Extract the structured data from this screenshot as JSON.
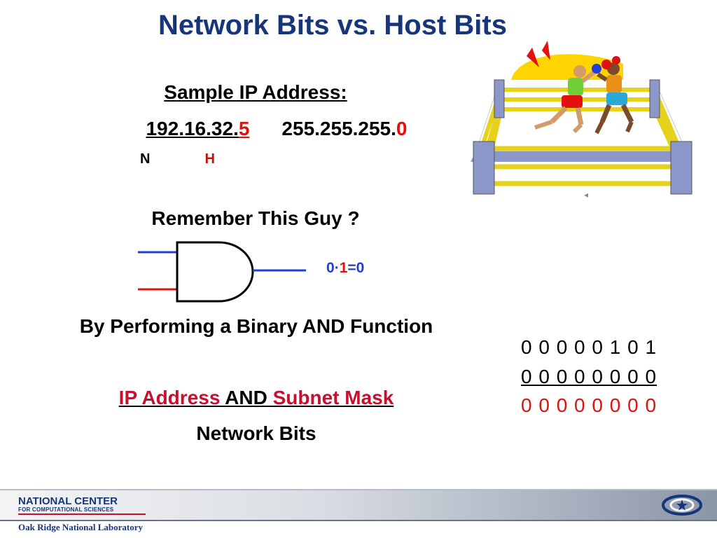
{
  "title": "Network Bits vs. Host Bits",
  "sample": {
    "heading": "Sample IP Address:",
    "ip_network": "192.16.32",
    "dot": ".",
    "ip_host": "5",
    "mask_prefix": "255.255.255.",
    "mask_host": "0",
    "label_n": "N",
    "label_h": "H"
  },
  "remember": "Remember This Guy ?",
  "gate_equation": {
    "a": "0",
    "dot": "·",
    "b": "1",
    "result": "=0"
  },
  "by_performing": "By Performing a Binary AND Function",
  "operation": {
    "left": "IP Address ",
    "middle": "AND",
    "right": " Subnet Mask"
  },
  "result_label": "Network Bits",
  "binary": {
    "ip_bits": "0 0 0 0 0 1 0 1",
    "mask_bits": "0 0 0 0 0 0 0 0",
    "result_bits": "0 0 0 0 0 0 0 0"
  },
  "footer": {
    "logo_main": "NATIONAL CENTER",
    "logo_sub": "FOR COMPUTATIONAL SCIENCES",
    "organization": "Oak Ridge National Laboratory"
  },
  "colors": {
    "title": "#17367a",
    "highlight_red": "#e0110f",
    "gate_input_top": "#1f3fd6",
    "gate_input_bottom": "#e0110f"
  },
  "icons": [
    "and-gate-icon",
    "boxing-ring-icon",
    "speaker-icon",
    "ccs-logo-icon"
  ]
}
